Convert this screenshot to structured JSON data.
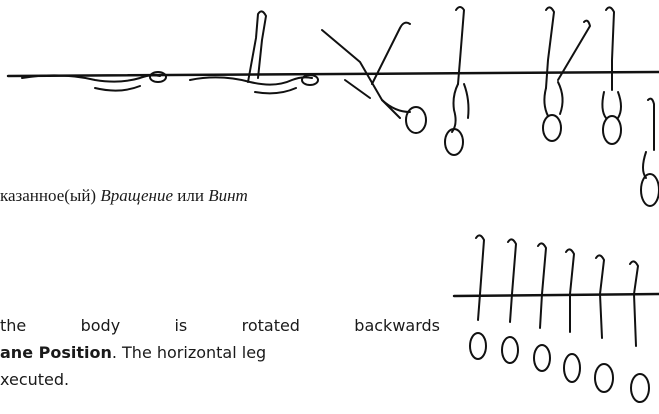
{
  "russian_line": {
    "part1": "казанное(ый) ",
    "italic1": "Вращение",
    "part2": " или ",
    "italic2": "Винт"
  },
  "paragraph": {
    "line1": "the body is rotated backwards",
    "line2_bold": "ane Position",
    "line2_rest": ". The horizontal leg",
    "line3": "xecuted."
  }
}
